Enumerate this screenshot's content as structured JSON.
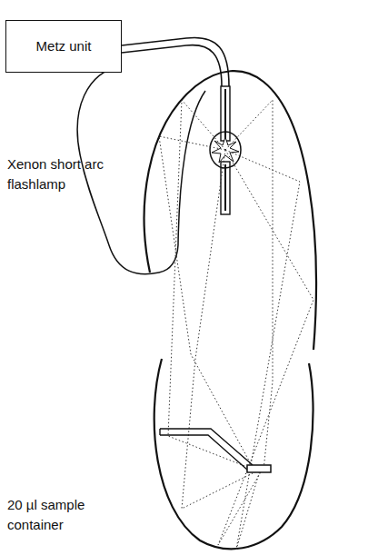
{
  "diagram": {
    "nodes": [
      {
        "text": [
          "Metz unit"
        ]
      }
    ],
    "labels": [
      "Xenon short arc flashlamp",
      "20 µl sample container"
    ]
  }
}
